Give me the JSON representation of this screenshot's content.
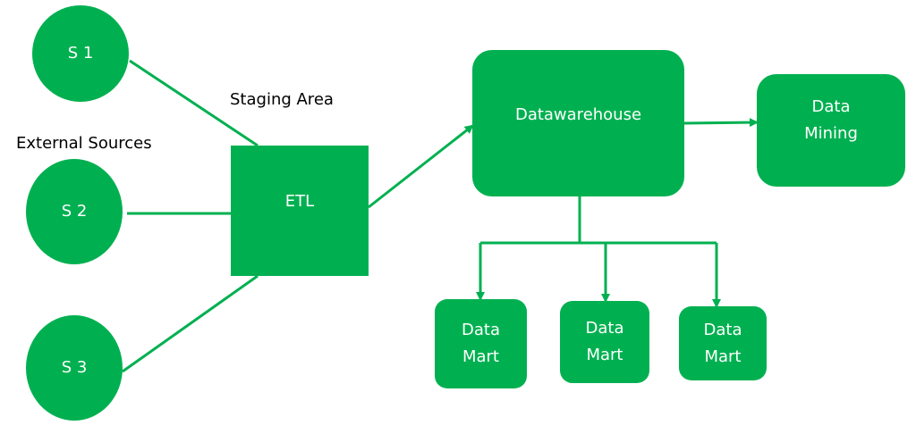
{
  "labels": {
    "staging_area": "Staging Area",
    "external_sources": "External Sources"
  },
  "nodes": {
    "s1": "S 1",
    "s2": "S 2",
    "s3": "S 3",
    "etl": "ETL",
    "datawarehouse": "Datawarehouse",
    "data_mining": "Data\nMining",
    "data_mart_1": "Data\nMart",
    "data_mart_2": "Data\nMart",
    "data_mart_3": "Data\nMart"
  },
  "colors": {
    "node_fill": "#00B050",
    "connector": "#00B050",
    "node_text": "#FFFFFF",
    "label_text": "#000000"
  }
}
